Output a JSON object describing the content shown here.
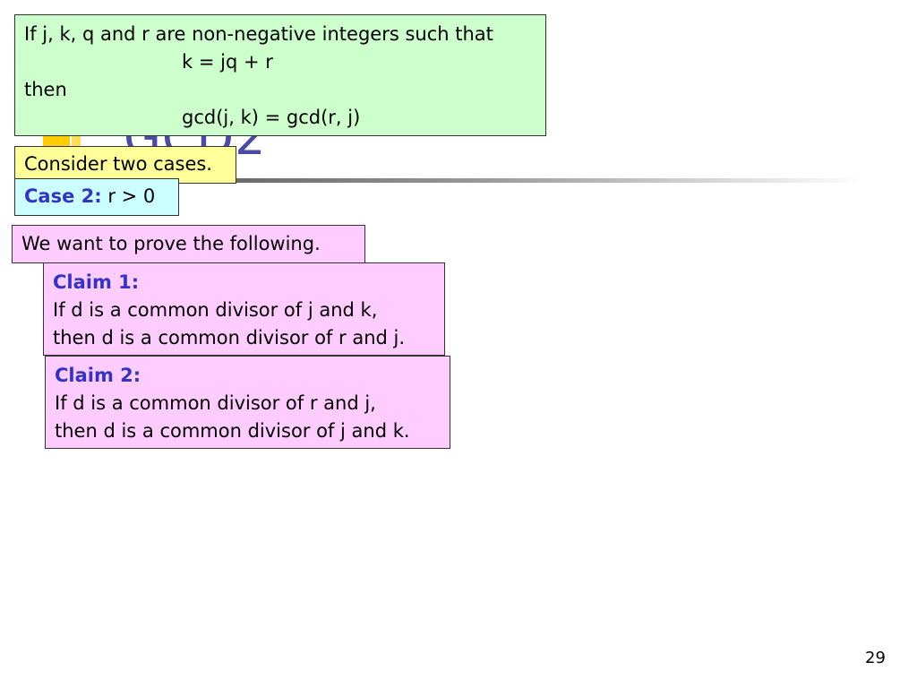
{
  "slide": {
    "background_title": "GCD2",
    "page_number": "29"
  },
  "statement": {
    "line1": "If j, k, q and r are non-negative integers such that",
    "line2": "k = jq + r",
    "line3": "then",
    "line4": "gcd(j, k) = gcd(r, j)"
  },
  "cases_box": {
    "text": "Consider two cases."
  },
  "case2_box": {
    "label": "Case 2:",
    "text": " r > 0"
  },
  "want_box": {
    "text": "We want to prove the following."
  },
  "claim1": {
    "title": "Claim 1:",
    "line1": "If d is a common divisor of j and k,",
    "line2": "then d is a common divisor of r and j."
  },
  "claim2": {
    "title": "Claim 2:",
    "line1": "If d is a common divisor of r and j,",
    "line2": "then d is a common divisor of j and k."
  },
  "colors": {
    "statement_bg": "#ccffcc",
    "cases_bg": "#ffff99",
    "case2_bg": "#ccffff",
    "claim_bg": "#ffccff",
    "keyword": "#3333cc",
    "title": "#4a4aa8"
  }
}
